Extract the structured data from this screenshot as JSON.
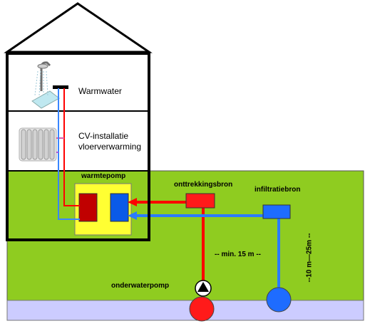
{
  "labels": {
    "warmwater": "Warmwater",
    "cv_line1": "CV-installatie",
    "cv_line2": "vloerverwarming",
    "warmtepomp": "warmtepomp",
    "onttrekkingsbron": "onttrekkingsbron",
    "infiltratiebron": "infiltratiebron",
    "min_distance": "-- min. 15 m --",
    "depth": "--10 m—25m --",
    "onderwaterpomp": "onderwaterpomp"
  },
  "colors": {
    "ground": "#8fcc20",
    "aquifer": "#ccccff",
    "hot_pipe": "#ff0000",
    "cold_pipe": "#1a72ff",
    "heat_pump_box": "#ffff33",
    "condenser": "#c00000",
    "evaporator": "#0a5ae8",
    "extraction_well": "#ff1a1a",
    "infiltration_well": "#1e6cff"
  }
}
